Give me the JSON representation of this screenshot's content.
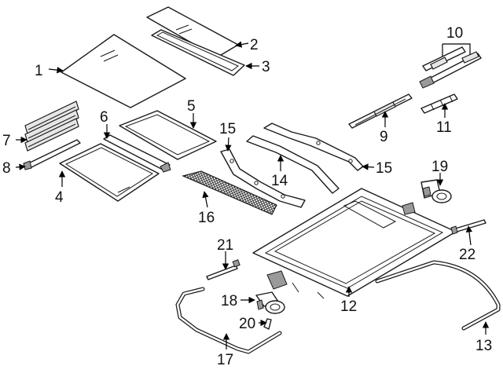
{
  "callouts": [
    {
      "id": "c1",
      "label": "1"
    },
    {
      "id": "c2",
      "label": "2"
    },
    {
      "id": "c3",
      "label": "3"
    },
    {
      "id": "c4",
      "label": "4"
    },
    {
      "id": "c5",
      "label": "5"
    },
    {
      "id": "c6",
      "label": "6"
    },
    {
      "id": "c7",
      "label": "7"
    },
    {
      "id": "c8",
      "label": "8"
    },
    {
      "id": "c9",
      "label": "9"
    },
    {
      "id": "c10",
      "label": "10"
    },
    {
      "id": "c11",
      "label": "11"
    },
    {
      "id": "c12",
      "label": "12"
    },
    {
      "id": "c13",
      "label": "13"
    },
    {
      "id": "c14",
      "label": "14"
    },
    {
      "id": "c15a",
      "label": "15"
    },
    {
      "id": "c15b",
      "label": "15"
    },
    {
      "id": "c16",
      "label": "16"
    },
    {
      "id": "c17",
      "label": "17"
    },
    {
      "id": "c18",
      "label": "18"
    },
    {
      "id": "c19",
      "label": "19"
    },
    {
      "id": "c20",
      "label": "20"
    },
    {
      "id": "c21",
      "label": "21"
    },
    {
      "id": "c22",
      "label": "22"
    }
  ]
}
